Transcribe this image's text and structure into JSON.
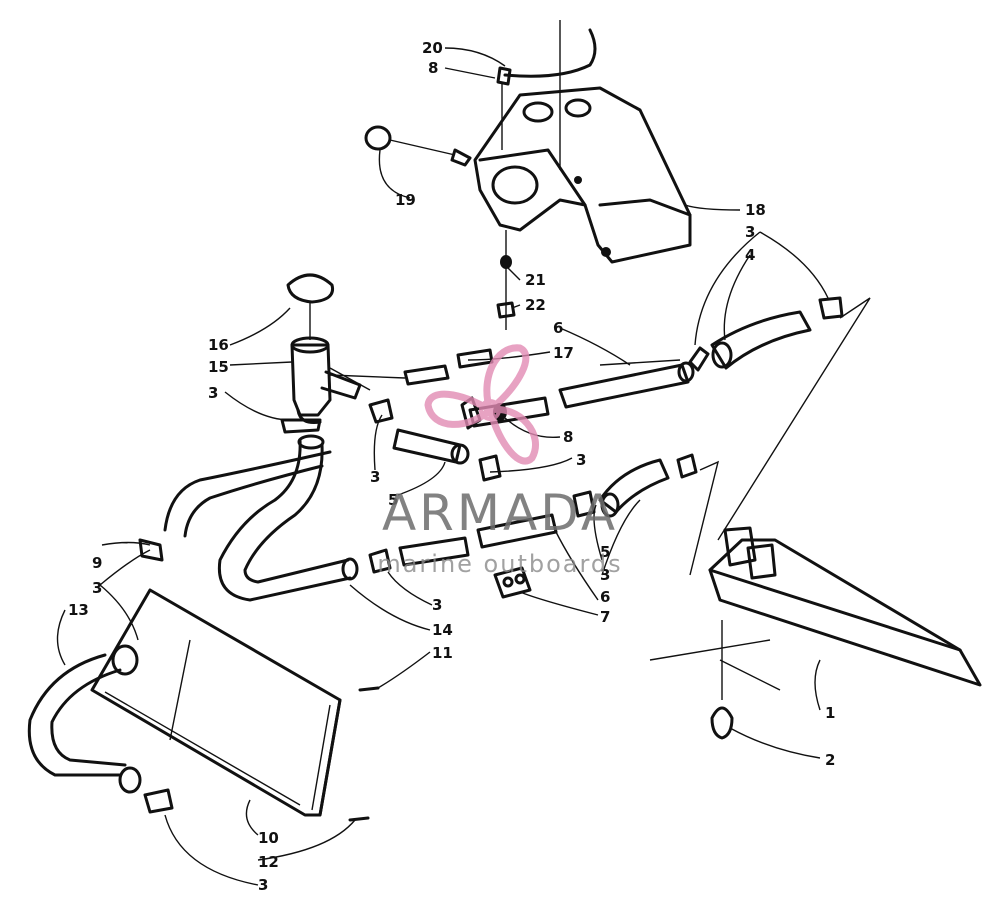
{
  "watermark": {
    "brand": "ARMADA",
    "tagline": "marine outboards",
    "logo_icon": "propeller-icon",
    "logo_color": "#e28bb4"
  },
  "callouts": {
    "c20": "20",
    "c8top": "8",
    "c19": "19",
    "c18": "18",
    "c21": "21",
    "c22": "22",
    "c3a": "3",
    "c4": "4",
    "c16": "16",
    "c15": "15",
    "c3b": "3",
    "c17": "17",
    "c6a": "6",
    "c8mid": "8",
    "c3c": "3",
    "c5a": "5",
    "c3d": "3",
    "c5b": "5",
    "c3e": "3",
    "c9": "9",
    "c3f": "3",
    "c13": "13",
    "c3g": "3",
    "c6b": "6",
    "c7": "7",
    "c14": "14",
    "c11": "11",
    "c1": "1",
    "c2": "2",
    "c10": "10",
    "c12": "12",
    "c3h": "3"
  }
}
